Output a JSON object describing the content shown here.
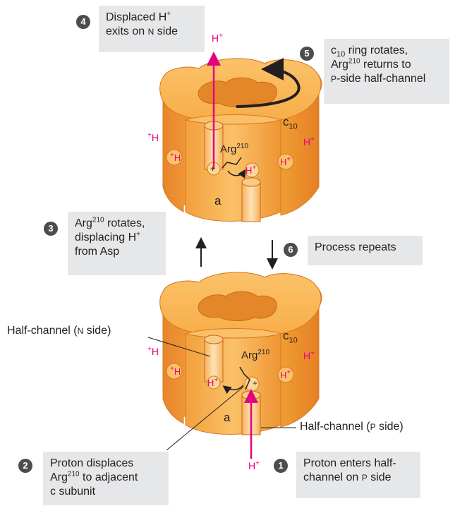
{
  "steps": [
    {
      "num": "1",
      "lines": [
        "Proton enters half-",
        "channel on P side"
      ]
    },
    {
      "num": "2",
      "lines": [
        "Proton displaces",
        "Arg210 to adjacent",
        "c subunit"
      ]
    },
    {
      "num": "3",
      "lines": [
        "Arg210 rotates,",
        "displacing H+",
        "from Asp"
      ]
    },
    {
      "num": "4",
      "lines": [
        "Displaced H+",
        "exits on N side"
      ]
    },
    {
      "num": "5",
      "lines": [
        "c10 ring rotates,",
        "Arg210 returns to",
        "P-side half-channel"
      ]
    },
    {
      "num": "6",
      "lines": [
        "Process repeats"
      ]
    }
  ],
  "labels": {
    "half_channel_n": "Half-channel (N side)",
    "half_channel_p": "Half-channel (P side)",
    "ring": "c10",
    "subunit_a": "a",
    "arg": "Arg210",
    "proton": "H+"
  },
  "colors": {
    "ring_orange": "#f6a93b",
    "ring_light": "#fbd18a",
    "proton_magenta": "#e6007e",
    "box_gray": "#e6e7e8",
    "badge_gray": "#4d4d4f"
  }
}
